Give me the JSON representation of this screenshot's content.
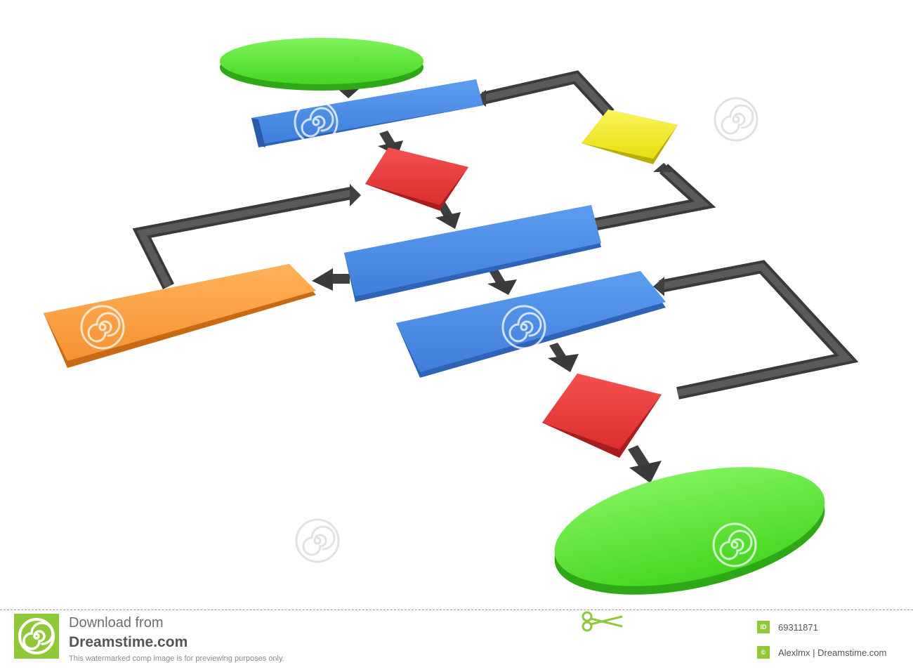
{
  "diagram": {
    "colors": {
      "terminal": "#5ee63c",
      "process": "#4a8ee8",
      "decision": "#ee3a3a",
      "alternate": "#ffa240",
      "junction": "#f4ee2a",
      "connector": "#505050",
      "watermark": "#d7d7d7"
    },
    "nodes": [
      {
        "id": "start-terminal",
        "shape": "ellipse",
        "color": "terminal"
      },
      {
        "id": "process-1",
        "shape": "slab",
        "color": "process"
      },
      {
        "id": "decision-1",
        "shape": "diamond",
        "color": "decision"
      },
      {
        "id": "junction-yellow",
        "shape": "square",
        "color": "junction"
      },
      {
        "id": "process-2",
        "shape": "slab",
        "color": "process"
      },
      {
        "id": "process-orange",
        "shape": "slab",
        "color": "alternate"
      },
      {
        "id": "process-3",
        "shape": "slab",
        "color": "process"
      },
      {
        "id": "decision-2",
        "shape": "diamond",
        "color": "decision"
      },
      {
        "id": "end-terminal",
        "shape": "ellipse",
        "color": "terminal"
      }
    ],
    "connectors": [
      {
        "from": "start-terminal",
        "to": "process-1"
      },
      {
        "from": "process-1",
        "to": "decision-1"
      },
      {
        "from": "decision-1",
        "to": "process-2"
      },
      {
        "from": "process-2",
        "to": "process-orange"
      },
      {
        "from": "process-orange",
        "to": "decision-1"
      },
      {
        "from": "process-2",
        "to": "junction-yellow"
      },
      {
        "from": "junction-yellow",
        "to": "process-1"
      },
      {
        "from": "process-2",
        "to": "process-3"
      },
      {
        "from": "process-3",
        "to": "decision-2"
      },
      {
        "from": "decision-2",
        "to": "process-3"
      },
      {
        "from": "decision-2",
        "to": "end-terminal"
      }
    ]
  },
  "watermark_icon": "spiral-icon",
  "footer": {
    "download_label": "Download from",
    "site_name": "Dreamstime.com",
    "notice": "This watermarked comp image is for previewing purposes only.",
    "id_badge": "ID",
    "image_id": "69311871",
    "credit_badge": "©",
    "credit": "Alexlmx | Dreamstime.com",
    "brand_color": "#8fc93a"
  }
}
